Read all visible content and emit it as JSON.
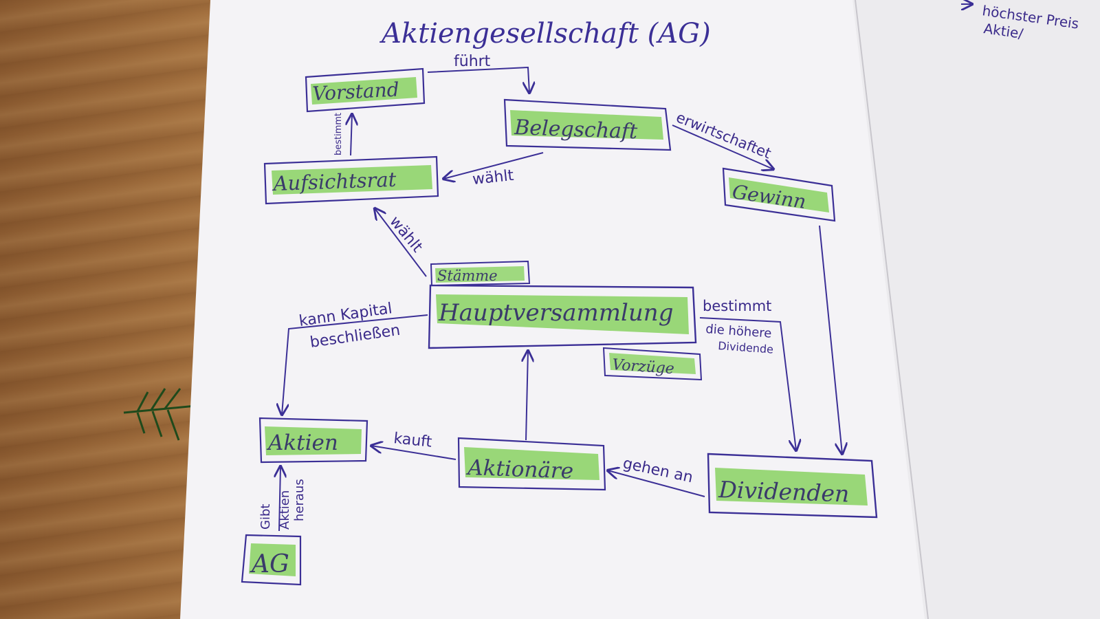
{
  "diagram": {
    "title": "Aktiengesellschaft (AG)",
    "corner_note": [
      "höchster Preis",
      "Aktie/"
    ],
    "nodes": {
      "vorstand": "Vorstand",
      "belegschaft": "Belegschaft",
      "aufsichtsrat": "Aufsichtsrat",
      "gewinn": "Gewinn",
      "stammaktien": "Stämme",
      "hauptversammlung": "Hauptversammlung",
      "vorzuege": "Vorzüge",
      "aktien": "Aktien",
      "aktionaere": "Aktionäre",
      "dividenden": "Dividenden",
      "ag": "AG"
    },
    "edges": {
      "fuehrt": "führt",
      "bestimmt_vorstand": "bestimmt",
      "erwirtschaftet": "erwirtschaftet",
      "waehlt_belegschaft": "wählt",
      "waehlt_hv": "wählt",
      "kann_kapital": "kann Kapital",
      "beschliessen": "beschließen",
      "bestimmt_hv": "bestimmt",
      "die_hoehere": "die höhere",
      "dividende": "Dividende",
      "kauft": "kauft",
      "gehen_an": "gehen an",
      "gibt": "Gibt",
      "aktien_heraus": "Aktien",
      "heraus": "heraus"
    },
    "colors": {
      "ink": "#3b2f96",
      "highlight": "#8fd46a",
      "paper": "#f4f3f6",
      "wood": "#b07a45"
    }
  }
}
